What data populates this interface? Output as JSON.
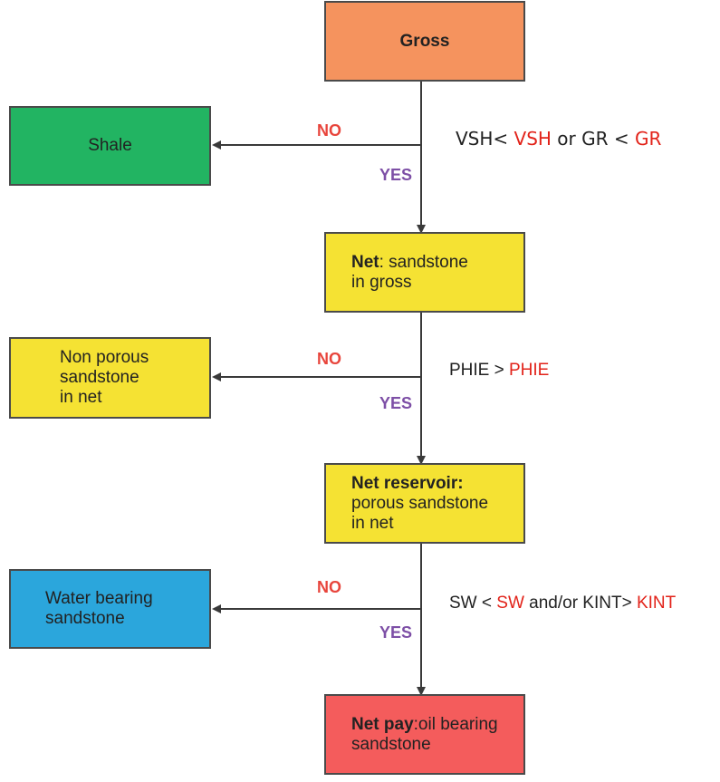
{
  "colors": {
    "gross": "#f5935e",
    "shale": "#22b462",
    "yellow": "#f5e233",
    "water": "#2ba6dc",
    "netpay": "#f45c5c",
    "no_label": "#e8453c",
    "yes_label": "#7d4fa6",
    "threshold_red": "#e2231a"
  },
  "boxes": {
    "gross": {
      "label": "Gross"
    },
    "shale": {
      "label": "Shale"
    },
    "net": {
      "bold": "Net",
      "rest": ": sandstone",
      "line2": "in gross"
    },
    "non_porous": {
      "line1": "Non porous",
      "line2": "sandstone",
      "line3": "in net"
    },
    "net_reservoir": {
      "bold": "Net reservoir:",
      "line2": "porous sandstone",
      "line3": "in net"
    },
    "water_bearing": {
      "line1": "Water bearing",
      "line2": "sandstone"
    },
    "net_pay": {
      "bold": "Net pay",
      "rest": ":oil bearing",
      "line2": "sandstone"
    }
  },
  "decisions": [
    {
      "no": "NO",
      "yes": "YES",
      "condition": {
        "p1": "VSH< ",
        "r1": "VSH",
        "p2": " or GR < ",
        "r2": "GR"
      }
    },
    {
      "no": "NO",
      "yes": "YES",
      "condition": {
        "p1": "PHIE > ",
        "r1": "PHIE"
      }
    },
    {
      "no": "NO",
      "yes": "YES",
      "condition": {
        "p1": "SW < ",
        "r1": "SW",
        "p2": " and/or KINT> ",
        "r2": "KINT"
      }
    }
  ]
}
